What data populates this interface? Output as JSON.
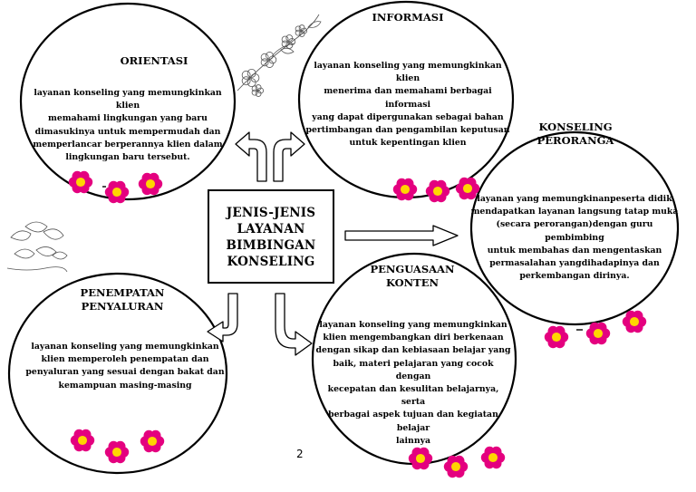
{
  "center": {
    "lines": [
      "JENIS-JENIS",
      "LAYANAN",
      "BIMBINGAN",
      "KONSELING"
    ]
  },
  "nodes": {
    "orientasi": {
      "title": [
        "ORIENTASI"
      ],
      "desc": [
        "layanan konseling yang memungkinkan klien",
        "memahami lingkungan yang baru",
        "dimasukinya untuk mempermudah dan",
        "memperlancar berperannya klien dalam",
        "lingkungan baru tersebut."
      ]
    },
    "informasi": {
      "title": [
        "INFORMASI"
      ],
      "desc": [
        "layanan konseling yang memungkinkan klien",
        "menerima dan memahami berbagai informasi",
        "yang dapat dipergunakan sebagai bahan",
        "pertimbangan dan pengambilan keputusan",
        "untuk kepentingan klien"
      ]
    },
    "konseling_perorangan": {
      "title": [
        "KONSELING",
        "PERORANGA"
      ],
      "desc": [
        "layanan yang memungkinanpeserta didik",
        "mendapatkan layanan langsung tatap muka",
        "(secara perorangan)dengan guru pembimbing",
        "untuk membahas dan mengentaskan",
        "permasalahan yangdihadapinya dan",
        "perkembangan dirinya."
      ]
    },
    "penempatan": {
      "title": [
        "PENEMPATAN",
        "PENYALURAN"
      ],
      "desc": [
        "layanan konseling yang memungkinkan",
        "klien memperoleh penempatan dan",
        "penyaluran yang sesuai dengan bakat dan",
        "kemampuan masing-masing"
      ]
    },
    "penguasaan": {
      "title": [
        "PENGUASAAN",
        "KONTEN"
      ],
      "desc": [
        "layanan konseling yang memungkinkan",
        "klien mengembangkan diri berkenaan",
        "dengan sikap dan kebiasaan belajar yang",
        "baik, materi pelajaran yang cocok dengan",
        "kecepatan dan kesulitan belajarnya, serta",
        "berbagai aspek tujuan dan kegiatan belajar",
        "lainnya"
      ]
    }
  },
  "page_number": "2",
  "colors": {
    "flower_petal": "#e4007f",
    "flower_center": "#ffd500",
    "line": "#000000"
  }
}
